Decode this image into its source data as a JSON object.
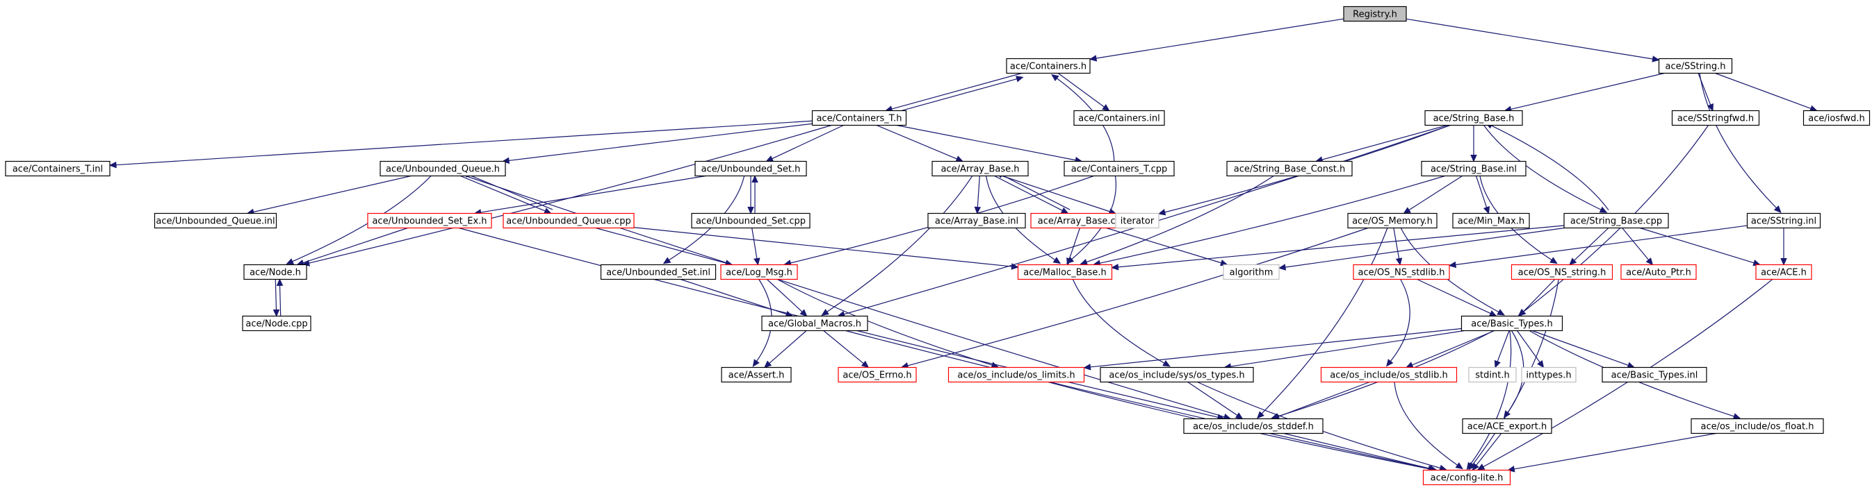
{
  "colors": {
    "edge": "#191970",
    "border_normal": "#000000",
    "border_undoc": "#ff0000",
    "border_external": "#bfbfbf",
    "fill_root": "#bfbfbf",
    "fill_normal": "#ffffff"
  },
  "nodes": [
    {
      "id": "registry_h",
      "label": "Registry.h",
      "kind": "root"
    },
    {
      "id": "containers_h",
      "label": "ace/Containers.h",
      "kind": "normal"
    },
    {
      "id": "sstring_h",
      "label": "ace/SString.h",
      "kind": "normal"
    },
    {
      "id": "containers_inl",
      "label": "ace/Containers.inl",
      "kind": "normal"
    },
    {
      "id": "containers_t_h",
      "label": "ace/Containers_T.h",
      "kind": "normal"
    },
    {
      "id": "string_base_h",
      "label": "ace/String_Base.h",
      "kind": "normal"
    },
    {
      "id": "sstringfwd_h",
      "label": "ace/SStringfwd.h",
      "kind": "normal"
    },
    {
      "id": "iosfwd_h",
      "label": "ace/iosfwd.h",
      "kind": "normal"
    },
    {
      "id": "containers_t_inl",
      "label": "ace/Containers_T.inl",
      "kind": "normal"
    },
    {
      "id": "unbounded_queue_h",
      "label": "ace/Unbounded_Queue.h",
      "kind": "normal"
    },
    {
      "id": "unbounded_set_h",
      "label": "ace/Unbounded_Set.h",
      "kind": "normal"
    },
    {
      "id": "array_base_h",
      "label": "ace/Array_Base.h",
      "kind": "normal"
    },
    {
      "id": "containers_t_cpp",
      "label": "ace/Containers_T.cpp",
      "kind": "normal"
    },
    {
      "id": "string_base_const_h",
      "label": "ace/String_Base_Const.h",
      "kind": "normal"
    },
    {
      "id": "string_base_inl",
      "label": "ace/String_Base.inl",
      "kind": "normal"
    },
    {
      "id": "unbounded_queue_inl",
      "label": "ace/Unbounded_Queue.inl",
      "kind": "normal"
    },
    {
      "id": "unbounded_set_ex_h",
      "label": "ace/Unbounded_Set_Ex.h",
      "kind": "undoc"
    },
    {
      "id": "unbounded_queue_cpp",
      "label": "ace/Unbounded_Queue.cpp",
      "kind": "undoc"
    },
    {
      "id": "unbounded_set_cpp",
      "label": "ace/Unbounded_Set.cpp",
      "kind": "normal"
    },
    {
      "id": "array_base_inl",
      "label": "ace/Array_Base.inl",
      "kind": "normal"
    },
    {
      "id": "array_base_cpp",
      "label": "ace/Array_Base.cpp",
      "kind": "undoc"
    },
    {
      "id": "iterator",
      "label": "iterator",
      "kind": "external"
    },
    {
      "id": "os_memory_h",
      "label": "ace/OS_Memory.h",
      "kind": "normal"
    },
    {
      "id": "min_max_h",
      "label": "ace/Min_Max.h",
      "kind": "normal"
    },
    {
      "id": "string_base_cpp",
      "label": "ace/String_Base.cpp",
      "kind": "normal"
    },
    {
      "id": "sstring_inl",
      "label": "ace/SString.inl",
      "kind": "normal"
    },
    {
      "id": "node_h",
      "label": "ace/Node.h",
      "kind": "normal"
    },
    {
      "id": "unbounded_set_inl",
      "label": "ace/Unbounded_Set.inl",
      "kind": "normal"
    },
    {
      "id": "log_msg_h",
      "label": "ace/Log_Msg.h",
      "kind": "undoc"
    },
    {
      "id": "malloc_base_h",
      "label": "ace/Malloc_Base.h",
      "kind": "undoc"
    },
    {
      "id": "algorithm",
      "label": "algorithm",
      "kind": "external"
    },
    {
      "id": "os_ns_stdlib_h",
      "label": "ace/OS_NS_stdlib.h",
      "kind": "undoc"
    },
    {
      "id": "os_ns_string_h",
      "label": "ace/OS_NS_string.h",
      "kind": "undoc"
    },
    {
      "id": "auto_ptr_h",
      "label": "ace/Auto_Ptr.h",
      "kind": "undoc"
    },
    {
      "id": "ace_h",
      "label": "ace/ACE.h",
      "kind": "undoc"
    },
    {
      "id": "node_cpp",
      "label": "ace/Node.cpp",
      "kind": "normal"
    },
    {
      "id": "global_macros_h",
      "label": "ace/Global_Macros.h",
      "kind": "normal"
    },
    {
      "id": "basic_types_h",
      "label": "ace/Basic_Types.h",
      "kind": "normal"
    },
    {
      "id": "assert_h",
      "label": "ace/Assert.h",
      "kind": "normal"
    },
    {
      "id": "os_errno_h",
      "label": "ace/OS_Errno.h",
      "kind": "undoc"
    },
    {
      "id": "os_limits_h",
      "label": "ace/os_include/os_limits.h",
      "kind": "undoc"
    },
    {
      "id": "os_types_h",
      "label": "ace/os_include/sys/os_types.h",
      "kind": "normal"
    },
    {
      "id": "os_stdlib_h",
      "label": "ace/os_include/os_stdlib.h",
      "kind": "undoc"
    },
    {
      "id": "stdint_h",
      "label": "stdint.h",
      "kind": "external"
    },
    {
      "id": "inttypes_h",
      "label": "inttypes.h",
      "kind": "external"
    },
    {
      "id": "basic_types_inl",
      "label": "ace/Basic_Types.inl",
      "kind": "normal"
    },
    {
      "id": "os_stddef_h",
      "label": "ace/os_include/os_stddef.h",
      "kind": "normal"
    },
    {
      "id": "ace_export_h",
      "label": "ace/ACE_export.h",
      "kind": "normal"
    },
    {
      "id": "os_float_h",
      "label": "ace/os_include/os_float.h",
      "kind": "normal"
    },
    {
      "id": "config_lite_h",
      "label": "ace/config-lite.h",
      "kind": "undoc"
    }
  ],
  "edges": [
    [
      "registry_h",
      "containers_h"
    ],
    [
      "registry_h",
      "sstring_h"
    ],
    [
      "containers_h",
      "containers_inl"
    ],
    [
      "containers_h",
      "containers_t_h"
    ],
    [
      "sstring_h",
      "string_base_h"
    ],
    [
      "sstring_h",
      "sstringfwd_h"
    ],
    [
      "sstring_h",
      "iosfwd_h"
    ],
    [
      "sstring_h",
      "sstring_inl"
    ],
    [
      "containers_t_h",
      "containers_h"
    ],
    [
      "containers_t_h",
      "containers_t_inl"
    ],
    [
      "containers_t_h",
      "unbounded_queue_h"
    ],
    [
      "containers_t_h",
      "unbounded_set_h"
    ],
    [
      "containers_t_h",
      "array_base_h"
    ],
    [
      "containers_t_h",
      "containers_t_cpp"
    ],
    [
      "containers_t_h",
      "node_h"
    ],
    [
      "containers_t_cpp",
      "containers_h"
    ],
    [
      "containers_t_cpp",
      "malloc_base_h"
    ],
    [
      "containers_t_cpp",
      "log_msg_h"
    ],
    [
      "unbounded_queue_h",
      "unbounded_queue_inl"
    ],
    [
      "unbounded_queue_h",
      "unbounded_queue_cpp"
    ],
    [
      "unbounded_queue_h",
      "node_h"
    ],
    [
      "unbounded_queue_h",
      "os_stddef_h"
    ],
    [
      "unbounded_queue_cpp",
      "unbounded_queue_h"
    ],
    [
      "unbounded_queue_cpp",
      "malloc_base_h"
    ],
    [
      "unbounded_queue_cpp",
      "log_msg_h"
    ],
    [
      "unbounded_set_h",
      "unbounded_set_ex_h"
    ],
    [
      "unbounded_set_h",
      "unbounded_set_cpp"
    ],
    [
      "unbounded_set_h",
      "unbounded_set_inl"
    ],
    [
      "unbounded_set_cpp",
      "unbounded_set_h"
    ],
    [
      "unbounded_set_cpp",
      "log_msg_h"
    ],
    [
      "unbounded_set_ex_h",
      "node_h"
    ],
    [
      "unbounded_set_ex_h",
      "os_stddef_h"
    ],
    [
      "node_h",
      "node_cpp"
    ],
    [
      "node_cpp",
      "node_h"
    ],
    [
      "array_base_h",
      "array_base_inl"
    ],
    [
      "array_base_h",
      "array_base_cpp"
    ],
    [
      "array_base_h",
      "malloc_base_h"
    ],
    [
      "array_base_h",
      "iterator"
    ],
    [
      "array_base_h",
      "global_macros_h"
    ],
    [
      "array_base_cpp",
      "array_base_h"
    ],
    [
      "array_base_cpp",
      "malloc_base_h"
    ],
    [
      "array_base_cpp",
      "algorithm"
    ],
    [
      "string_base_h",
      "string_base_const_h"
    ],
    [
      "string_base_h",
      "string_base_inl"
    ],
    [
      "string_base_h",
      "string_base_cpp"
    ],
    [
      "string_base_h",
      "iterator"
    ],
    [
      "string_base_h",
      "global_macros_h"
    ],
    [
      "string_base_const_h",
      "malloc_base_h"
    ],
    [
      "string_base_inl",
      "malloc_base_h"
    ],
    [
      "string_base_inl",
      "os_memory_h"
    ],
    [
      "string_base_inl",
      "min_max_h"
    ],
    [
      "string_base_inl",
      "os_ns_string_h"
    ],
    [
      "string_base_cpp",
      "string_base_h"
    ],
    [
      "string_base_cpp",
      "malloc_base_h"
    ],
    [
      "string_base_cpp",
      "algorithm"
    ],
    [
      "string_base_cpp",
      "os_ns_string_h"
    ],
    [
      "string_base_cpp",
      "auto_ptr_h"
    ],
    [
      "string_base_cpp",
      "ace_h"
    ],
    [
      "sstringfwd_h",
      "basic_types_h"
    ],
    [
      "sstring_inl",
      "ace_h"
    ],
    [
      "sstring_inl",
      "os_ns_stdlib_h"
    ],
    [
      "unbounded_set_inl",
      "global_macros_h"
    ],
    [
      "log_msg_h",
      "global_macros_h"
    ],
    [
      "log_msg_h",
      "assert_h"
    ],
    [
      "log_msg_h",
      "os_limits_h"
    ],
    [
      "malloc_base_h",
      "os_types_h"
    ],
    [
      "os_memory_h",
      "os_ns_stdlib_h"
    ],
    [
      "os_memory_h",
      "basic_types_h"
    ],
    [
      "os_memory_h",
      "os_errno_h"
    ],
    [
      "os_memory_h",
      "os_stddef_h"
    ],
    [
      "os_ns_stdlib_h",
      "basic_types_h"
    ],
    [
      "os_ns_stdlib_h",
      "os_stdlib_h"
    ],
    [
      "os_ns_string_h",
      "basic_types_h"
    ],
    [
      "os_ns_string_h",
      "config_lite_h"
    ],
    [
      "ace_h",
      "config_lite_h"
    ],
    [
      "global_macros_h",
      "assert_h"
    ],
    [
      "global_macros_h",
      "os_errno_h"
    ],
    [
      "global_macros_h",
      "config_lite_h"
    ],
    [
      "basic_types_h",
      "os_limits_h"
    ],
    [
      "basic_types_h",
      "os_types_h"
    ],
    [
      "basic_types_h",
      "os_stdlib_h"
    ],
    [
      "basic_types_h",
      "stdint_h"
    ],
    [
      "basic_types_h",
      "inttypes_h"
    ],
    [
      "basic_types_h",
      "basic_types_inl"
    ],
    [
      "basic_types_h",
      "os_stddef_h"
    ],
    [
      "basic_types_h",
      "ace_export_h"
    ],
    [
      "basic_types_h",
      "os_float_h"
    ],
    [
      "basic_types_h",
      "config_lite_h"
    ],
    [
      "os_limits_h",
      "config_lite_h"
    ],
    [
      "os_types_h",
      "os_stddef_h"
    ],
    [
      "os_types_h",
      "config_lite_h"
    ],
    [
      "os_stdlib_h",
      "os_stddef_h"
    ],
    [
      "os_stdlib_h",
      "config_lite_h"
    ],
    [
      "os_stddef_h",
      "config_lite_h"
    ],
    [
      "ace_export_h",
      "config_lite_h"
    ],
    [
      "os_float_h",
      "config_lite_h"
    ]
  ]
}
